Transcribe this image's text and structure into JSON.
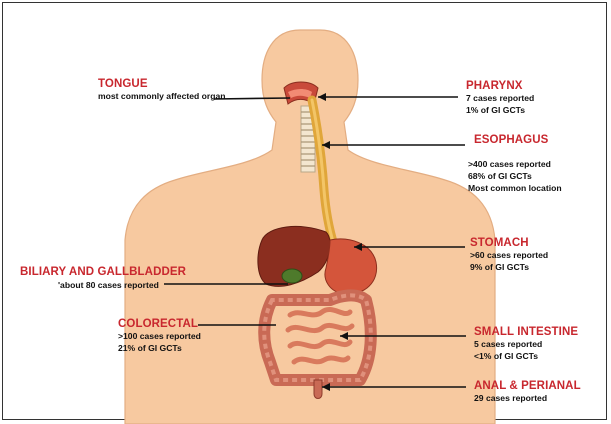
{
  "colors": {
    "title": "#c8272e",
    "skin": "#f7c9a0",
    "esophagus": "#e0a63a",
    "liver": "#8b2e1f",
    "intestine": "#c96a55",
    "line": "#111111"
  },
  "labels": {
    "tongue": {
      "title": "TONGUE",
      "lines": [
        "most commonly affected organ"
      ]
    },
    "pharynx": {
      "title": "PHARYNX",
      "lines": [
        "7 cases reported",
        "1% of GI GCTs"
      ]
    },
    "esophagus": {
      "title": "ESOPHAGUS",
      "lines": [
        ">400 cases reported",
        "68% of GI GCTs",
        "Most common location"
      ]
    },
    "stomach": {
      "title": "STOMACH",
      "lines": [
        ">60 cases reported",
        "9% of GI GCTs"
      ]
    },
    "biliary": {
      "title": "BILIARY AND GALLBLADDER",
      "lines": [
        "'about 80 cases reported"
      ]
    },
    "colorectal": {
      "title": "COLORECTAL",
      "lines": [
        ">100 cases reported",
        "21% of GI GCTs"
      ]
    },
    "small_intestine": {
      "title": "SMALL INTESTINE",
      "lines": [
        "5 cases reported",
        "<1% of GI GCTs"
      ]
    },
    "anal": {
      "title": "ANAL & PERIANAL",
      "lines": [
        "29 cases reported"
      ]
    }
  },
  "icons": {
    "body": "human-torso-icon",
    "digestive": "digestive-tract-icon"
  }
}
